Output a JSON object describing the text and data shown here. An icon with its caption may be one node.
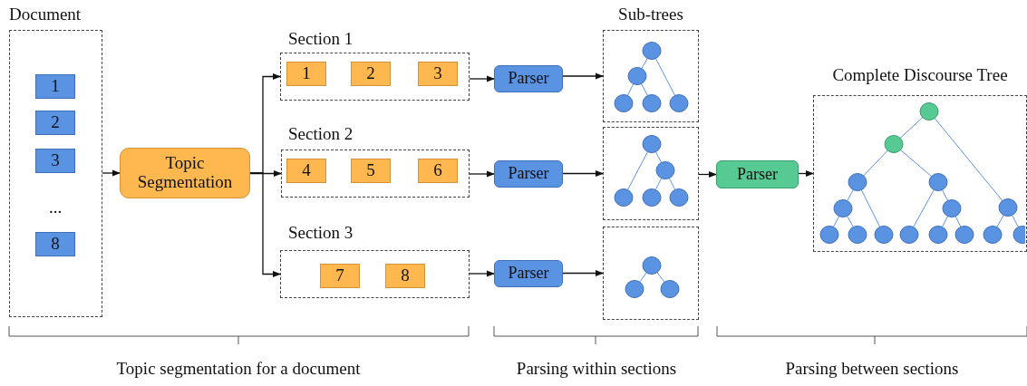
{
  "diagram": {
    "nodes": [
      {
        "text": [
          "Document"
        ]
      },
      {
        "text": [
          "1"
        ],
        "in": 0
      },
      {
        "text": [
          "2"
        ],
        "in": 0
      },
      {
        "text": [
          "3"
        ],
        "in": 0
      },
      {
        "text": [
          "8"
        ],
        "in": 0
      },
      {
        "text": [
          "Topic Segmentation"
        ]
      },
      {
        "text": [
          "Section 1"
        ]
      },
      {
        "text": [
          "1"
        ],
        "in": 6
      },
      {
        "text": [
          "2"
        ],
        "in": 6
      },
      {
        "text": [
          "3"
        ],
        "in": 6
      },
      {
        "text": [
          "Section 2"
        ]
      },
      {
        "text": [
          "4"
        ],
        "in": 10
      },
      {
        "text": [
          "5"
        ],
        "in": 10
      },
      {
        "text": [
          "6"
        ],
        "in": 10
      },
      {
        "text": [
          "Section 3"
        ]
      },
      {
        "text": [
          "7"
        ],
        "in": 14
      },
      {
        "text": [
          "8"
        ],
        "in": 14
      },
      {
        "text": [
          "Parser"
        ]
      },
      {
        "text": [
          "Sub-trees"
        ]
      },
      {
        "text": [
          "Parser"
        ]
      },
      {
        "text": [],
        "shape": "box"
      },
      {
        "text": [
          "Parser"
        ]
      },
      {
        "text": [],
        "shape": "box"
      },
      {
        "text": [
          "Parser"
        ]
      },
      {
        "text": [
          "Complete Discourse Tree"
        ]
      }
    ],
    "edges": [
      {
        "from": 0,
        "to": 5,
        "arrow": "to"
      },
      {
        "from": 5,
        "to": 6,
        "arrow": "to"
      },
      {
        "from": 5,
        "to": 10,
        "arrow": "to"
      },
      {
        "from": 5,
        "to": 14,
        "arrow": "to"
      },
      {
        "from": 6,
        "to": 17,
        "arrow": "to"
      },
      {
        "from": 17,
        "to": 18,
        "arrow": "to"
      },
      {
        "from": 10,
        "to": 19,
        "arrow": "to"
      },
      {
        "from": 19,
        "to": 20,
        "arrow": "to"
      },
      {
        "from": 14,
        "to": 21,
        "arrow": "to"
      },
      {
        "from": 21,
        "to": 22,
        "arrow": "to"
      },
      {
        "from": 20,
        "to": 23,
        "arrow": "to"
      },
      {
        "from": 23,
        "to": 24,
        "arrow": "to"
      }
    ],
    "labels": [
      "...",
      "Topic segmentation for a document",
      "Parsing within sections",
      "Parsing between sections"
    ]
  }
}
